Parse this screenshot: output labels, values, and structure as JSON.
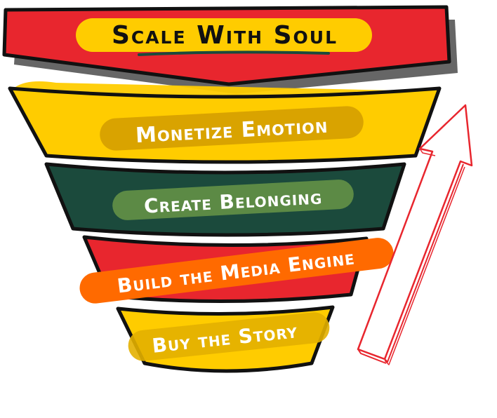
{
  "title": {
    "text": "Scale With Soul",
    "banner_color": "#e8262e",
    "pill_color": "#ffcc00",
    "text_color": "#111111",
    "underline_color": "#1b4a3c"
  },
  "funnel": {
    "direction_arrow": "up-arrow-icon",
    "arrow_color": "#e8262e",
    "levels": [
      {
        "label": "Monetize Emotion",
        "band_color": "#ffcc00",
        "pill_color": "#d9a300",
        "text_color": "#ffffff"
      },
      {
        "label": "Create Belonging",
        "band_color": "#1b4a3c",
        "pill_color": "#5c8a45",
        "text_color": "#ffffff"
      },
      {
        "label": "Build the Media Engine",
        "band_color": "#e8262e",
        "pill_color": "#ff6a00",
        "text_color": "#ffffff"
      },
      {
        "label": "Buy the Story",
        "band_color": "#ffcc00",
        "pill_color": "#e3b000",
        "text_color": "#ffffff"
      }
    ]
  }
}
